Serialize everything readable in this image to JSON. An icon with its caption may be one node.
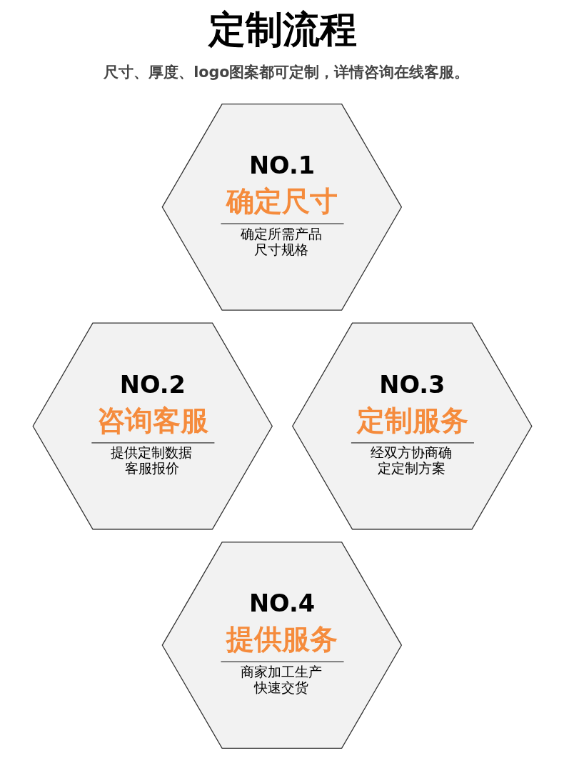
{
  "diagram": {
    "title": "定制流程",
    "nodes": [
      {
        "text": [
          "NO.1",
          "确定尺寸",
          "确定所需产品尺寸规格"
        ]
      },
      {
        "text": [
          "NO.2",
          "咨询客服",
          "提供定制数据客服报价"
        ]
      },
      {
        "text": [
          "NO.3",
          "定制服务",
          "经双方协商确定定制方案"
        ]
      },
      {
        "text": [
          "NO.4",
          "提供服务",
          "商家加工生产快速交货"
        ]
      }
    ],
    "labels": [
      "尺寸、厚度、logo图案都可定制，详情咨询在线客服。"
    ]
  }
}
